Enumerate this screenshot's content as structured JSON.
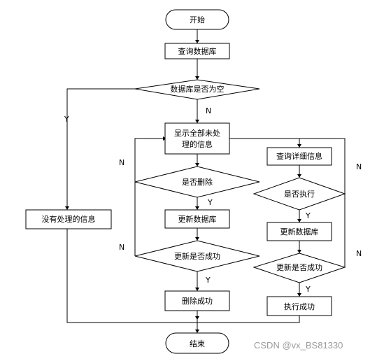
{
  "nodes": {
    "start": "开始",
    "query_db": "查询数据库",
    "db_empty": "数据库是否为空",
    "show_line1": "显示全部未处",
    "show_line2": "理的信息",
    "is_delete": "是否删除",
    "update_db_left": "更新数据库",
    "update_ok_left": "更新是否成功",
    "delete_ok": "删除成功",
    "no_info": "没有处理的信息",
    "query_detail": "查询详细信息",
    "is_execute": "是否执行",
    "update_db_right": "更新数据库",
    "update_ok_right": "更新是否成功",
    "execute_ok": "执行成功",
    "end": "结束"
  },
  "labels": {
    "y": "Y",
    "n": "N"
  },
  "watermark": "CSDN @vx_BS81330"
}
